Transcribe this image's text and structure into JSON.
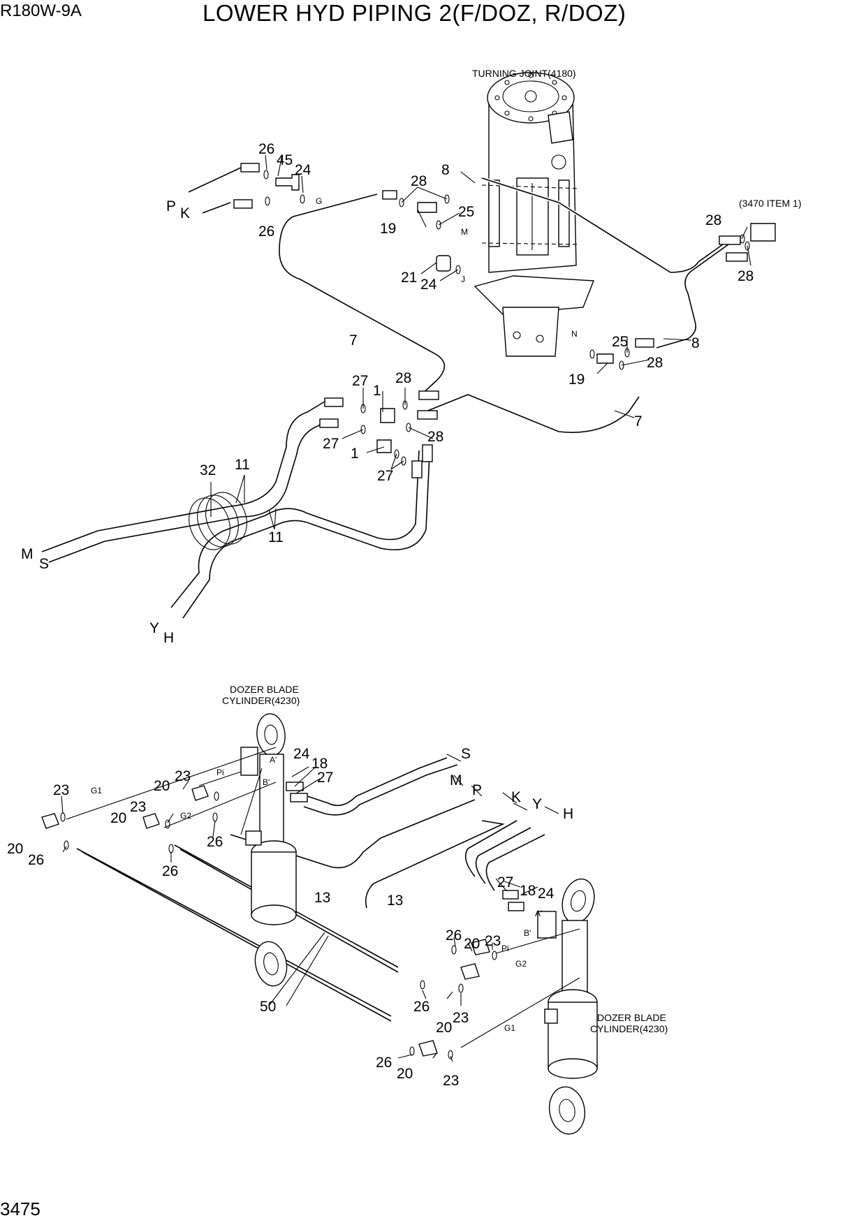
{
  "header": {
    "model": "R180W-9A",
    "title": "LOWER HYD PIPING 2(F/DOZ, R/DOZ)",
    "page_number": "3475"
  },
  "captions": {
    "turning_joint": "TURNING JOINT(4180)",
    "reference": "(3470 ITEM 1)",
    "dozer_top_1": "DOZER BLADE",
    "dozer_top_2": "CYLINDER(4230)",
    "dozer_right_1": "DOZER BLADE",
    "dozer_right_2": "CYLINDER(4230)"
  },
  "callouts": [
    {
      "id": "c1",
      "text": "26"
    },
    {
      "id": "c2",
      "text": "45"
    },
    {
      "id": "c3",
      "text": "24"
    },
    {
      "id": "c4",
      "text": "P"
    },
    {
      "id": "c5",
      "text": "K"
    },
    {
      "id": "c6",
      "text": "26"
    },
    {
      "id": "c7",
      "text": "28"
    },
    {
      "id": "c8",
      "text": "8"
    },
    {
      "id": "c9",
      "text": "25"
    },
    {
      "id": "c10",
      "text": "19"
    },
    {
      "id": "c11",
      "text": "21"
    },
    {
      "id": "c12",
      "text": "24"
    },
    {
      "id": "c13",
      "text": "28"
    },
    {
      "id": "c14",
      "text": "28"
    },
    {
      "id": "c15",
      "text": "7"
    },
    {
      "id": "c16",
      "text": "25"
    },
    {
      "id": "c17",
      "text": "8"
    },
    {
      "id": "c18",
      "text": "28"
    },
    {
      "id": "c19",
      "text": "19"
    },
    {
      "id": "c20",
      "text": "27"
    },
    {
      "id": "c21",
      "text": "1"
    },
    {
      "id": "c22",
      "text": "28"
    },
    {
      "id": "c23",
      "text": "7"
    },
    {
      "id": "c24",
      "text": "28"
    },
    {
      "id": "c25",
      "text": "27"
    },
    {
      "id": "c26",
      "text": "1"
    },
    {
      "id": "c27",
      "text": "27"
    },
    {
      "id": "c28",
      "text": "32"
    },
    {
      "id": "c29",
      "text": "11"
    },
    {
      "id": "c30",
      "text": "11"
    },
    {
      "id": "c31",
      "text": "M"
    },
    {
      "id": "c32",
      "text": "S"
    },
    {
      "id": "c33",
      "text": "Y"
    },
    {
      "id": "c34",
      "text": "H"
    },
    {
      "id": "c35",
      "text": "24"
    },
    {
      "id": "c36",
      "text": "18"
    },
    {
      "id": "c37",
      "text": "27"
    },
    {
      "id": "c38",
      "text": "S"
    },
    {
      "id": "c39",
      "text": "M"
    },
    {
      "id": "c40",
      "text": "P"
    },
    {
      "id": "c41",
      "text": "K"
    },
    {
      "id": "c42",
      "text": "Y"
    },
    {
      "id": "c43",
      "text": "H"
    },
    {
      "id": "c44",
      "text": "23"
    },
    {
      "id": "c45",
      "text": "20"
    },
    {
      "id": "c46",
      "text": "23"
    },
    {
      "id": "c47",
      "text": "20"
    },
    {
      "id": "c48",
      "text": "23"
    },
    {
      "id": "c49",
      "text": "20"
    },
    {
      "id": "c50",
      "text": "26"
    },
    {
      "id": "c51",
      "text": "26"
    },
    {
      "id": "c52",
      "text": "26"
    },
    {
      "id": "c53",
      "text": "13"
    },
    {
      "id": "c54",
      "text": "13"
    },
    {
      "id": "c55",
      "text": "27"
    },
    {
      "id": "c56",
      "text": "18"
    },
    {
      "id": "c57",
      "text": "24"
    },
    {
      "id": "c58",
      "text": "26"
    },
    {
      "id": "c59",
      "text": "20"
    },
    {
      "id": "c60",
      "text": "23"
    },
    {
      "id": "c61",
      "text": "50"
    },
    {
      "id": "c62",
      "text": "26"
    },
    {
      "id": "c63",
      "text": "20"
    },
    {
      "id": "c64",
      "text": "23"
    },
    {
      "id": "c65",
      "text": "26"
    },
    {
      "id": "c66",
      "text": "20"
    },
    {
      "id": "c67",
      "text": "23"
    }
  ],
  "port_codes": [
    {
      "id": "p1",
      "text": "G"
    },
    {
      "id": "p2",
      "text": "M"
    },
    {
      "id": "p3",
      "text": "J"
    },
    {
      "id": "p4",
      "text": "N"
    },
    {
      "id": "p5",
      "text": "Pi"
    },
    {
      "id": "p6",
      "text": "A'"
    },
    {
      "id": "p7",
      "text": "B'"
    },
    {
      "id": "p8",
      "text": "G1"
    },
    {
      "id": "p9",
      "text": "G2"
    },
    {
      "id": "p10",
      "text": "A'"
    },
    {
      "id": "p11",
      "text": "B'"
    },
    {
      "id": "p12",
      "text": "Pi"
    },
    {
      "id": "p13",
      "text": "G2"
    },
    {
      "id": "p14",
      "text": "G1"
    }
  ]
}
